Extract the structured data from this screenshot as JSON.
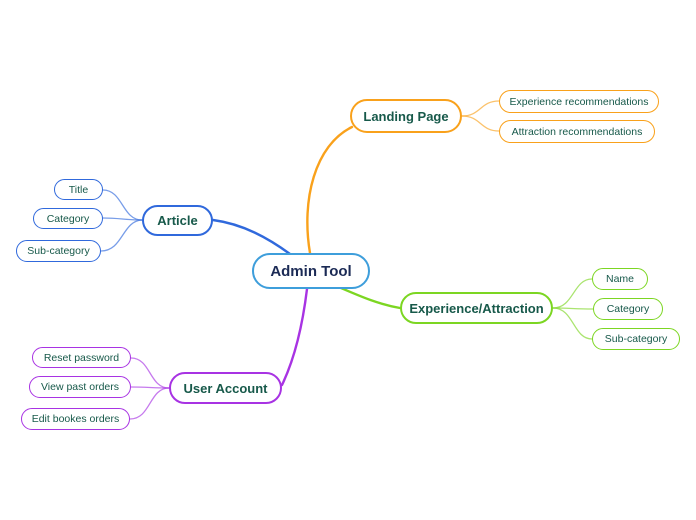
{
  "mindmap": {
    "root": {
      "label": "Admin Tool",
      "border_color": "#3E9EDB",
      "text_color": "#1B2A55"
    },
    "topic_text_color": "#17594A",
    "background_color": "#FFFFFF",
    "branches": [
      {
        "label": "Landing Page",
        "color": "#F9A11B",
        "children": [
          "Experience recommendations",
          "Attraction recommendations"
        ]
      },
      {
        "label": "Article",
        "color": "#3069DC",
        "children": [
          "Title",
          "Category",
          "Sub-category"
        ]
      },
      {
        "label": "Experience/Attraction",
        "color": "#7CD622",
        "children": [
          "Name",
          "Category",
          "Sub-category"
        ]
      },
      {
        "label": "User Account",
        "color": "#A833E3",
        "children": [
          "Reset password",
          "View past orders",
          "Edit bookes orders"
        ]
      }
    ]
  }
}
